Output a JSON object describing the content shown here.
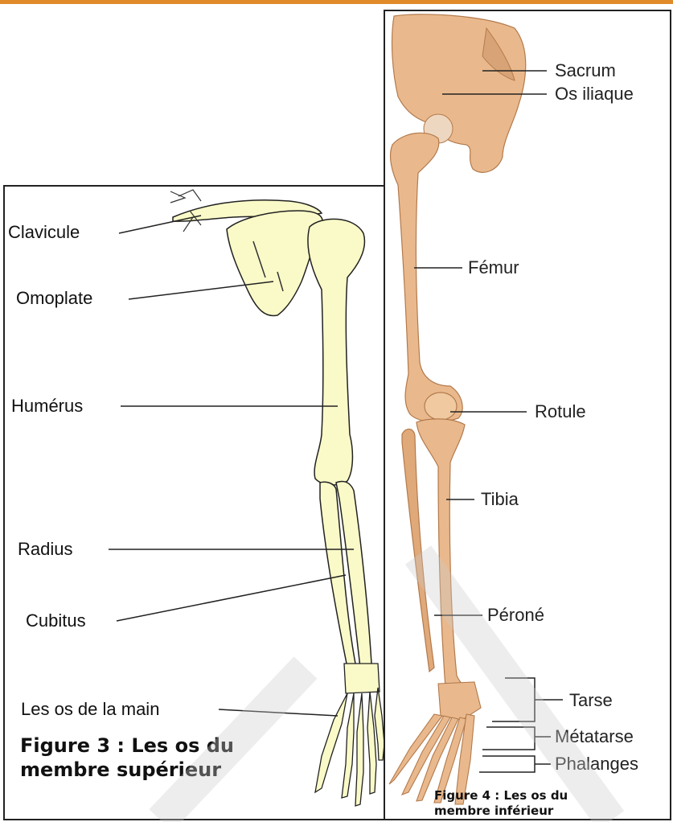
{
  "colors": {
    "accent": "#e08a2a",
    "arm_bone": "#fafac8",
    "leg_bone": "#e9b98d"
  },
  "upper_limb": {
    "labels": {
      "clavicle": "Clavicule",
      "scapula": "Omoplate",
      "humerus": "Humérus",
      "radius": "Radius",
      "ulna": "Cubitus",
      "hand": "Les os de la main"
    },
    "caption_line1": "Figure 3 : Les os du",
    "caption_line2": "membre supérieur"
  },
  "lower_limb": {
    "labels": {
      "sacrum": "Sacrum",
      "iliac": "Os iliaque",
      "femur": "Fémur",
      "patella": "Rotule",
      "tibia": "Tibia",
      "fibula": "Péroné",
      "tarsus": "Tarse",
      "metatarsus": "Métatarse",
      "phalanges": "Phalanges"
    },
    "caption_line1": "Figure 4 : Les os du",
    "caption_line2": "membre inférieur"
  }
}
